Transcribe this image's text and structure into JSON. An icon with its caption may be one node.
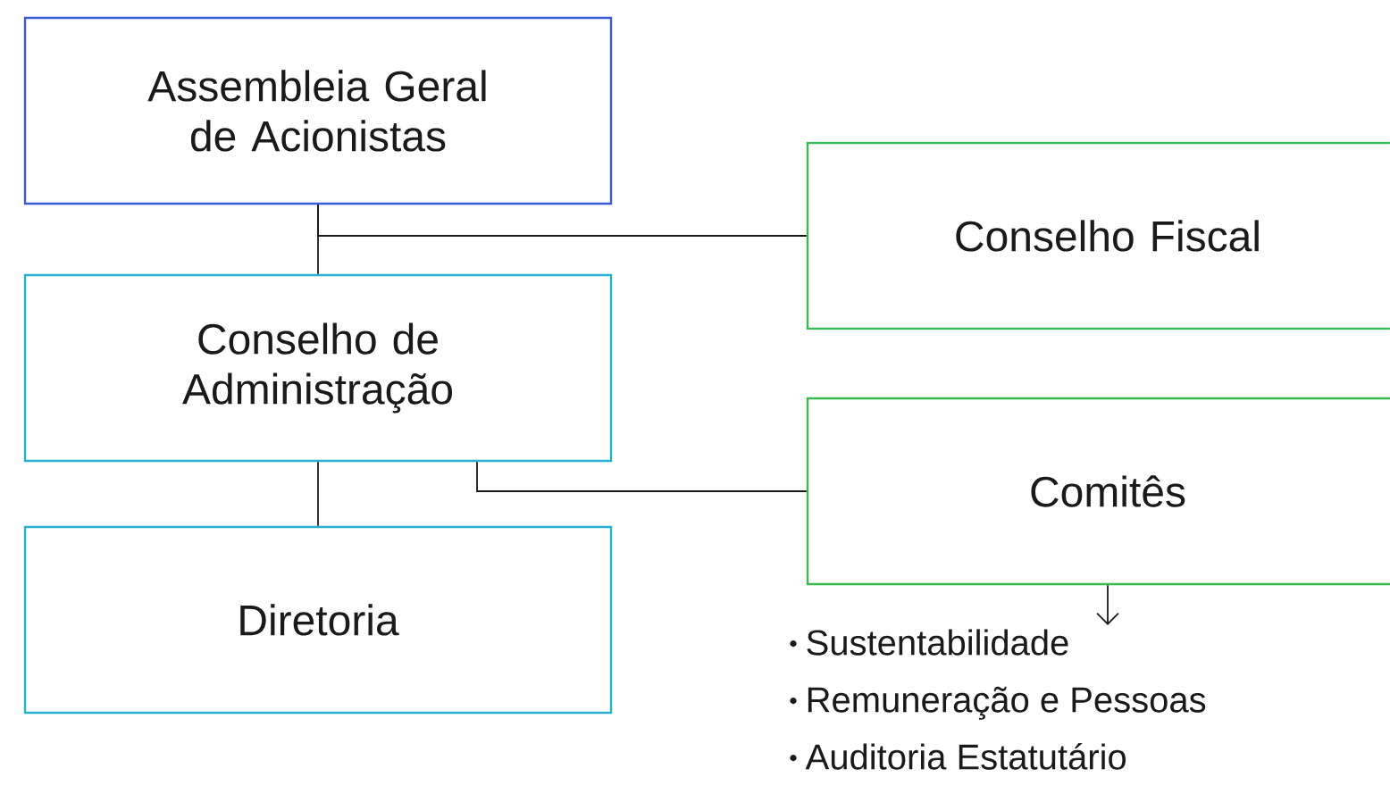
{
  "diagram": {
    "nodes": [
      {
        "text": [
          "Assembleia Geral de Acionistas"
        ]
      },
      {
        "text": [
          "Conselho de Administração"
        ]
      },
      {
        "text": [
          "Diretoria"
        ]
      },
      {
        "text": [
          "Conselho Fiscal"
        ]
      },
      {
        "text": [
          "Comitês"
        ]
      },
      {
        "text": [
          "Sustentabilidade",
          "Remuneração e Pessoas",
          "Auditoria Estatutário"
        ]
      }
    ],
    "edges": [
      {
        "from": 0,
        "to": 1,
        "arrow": "none"
      },
      {
        "from": 0,
        "to": 3,
        "arrow": "none"
      },
      {
        "from": 1,
        "to": 2,
        "arrow": "none"
      },
      {
        "from": 1,
        "to": 4,
        "arrow": "none"
      },
      {
        "from": 4,
        "to": 5,
        "arrow": "to"
      }
    ]
  }
}
